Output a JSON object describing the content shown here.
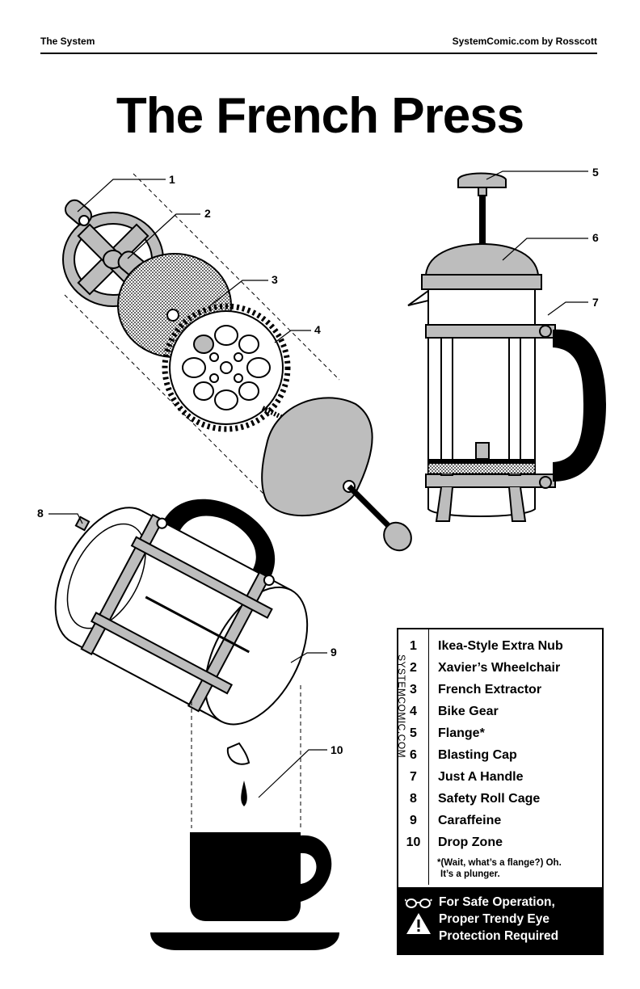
{
  "header": {
    "left": "The System",
    "right": "SystemComic.com by Rosscott"
  },
  "title": "The French Press",
  "callouts": [
    "1",
    "2",
    "3",
    "4",
    "5",
    "6",
    "7",
    "8",
    "9",
    "10"
  ],
  "side_text": "SYSTEMCOMIC.COM",
  "legend": {
    "items": [
      {
        "num": "1",
        "label": "Ikea-Style Extra Nub"
      },
      {
        "num": "2",
        "label": "Xavier’s Wheelchair"
      },
      {
        "num": "3",
        "label": "French Extractor"
      },
      {
        "num": "4",
        "label": "Bike Gear"
      },
      {
        "num": "5",
        "label": "Flange*"
      },
      {
        "num": "6",
        "label": "Blasting Cap"
      },
      {
        "num": "7",
        "label": "Just A Handle"
      },
      {
        "num": "8",
        "label": "Safety Roll Cage"
      },
      {
        "num": "9",
        "label": "Caraffeine"
      },
      {
        "num": "10",
        "label": "Drop Zone"
      }
    ],
    "note_line1": "*(Wait, what’s a flange?) Oh.",
    "note_line2": "It’s a plunger."
  },
  "warning": {
    "line1": "For Safe Operation,",
    "line2": "Proper Trendy Eye",
    "line3": "Protection Required",
    "icons": [
      "glasses-icon",
      "warning-triangle-icon"
    ]
  },
  "colors": {
    "ink": "#000000",
    "gray": "#bdbdbd",
    "paper": "#ffffff"
  }
}
